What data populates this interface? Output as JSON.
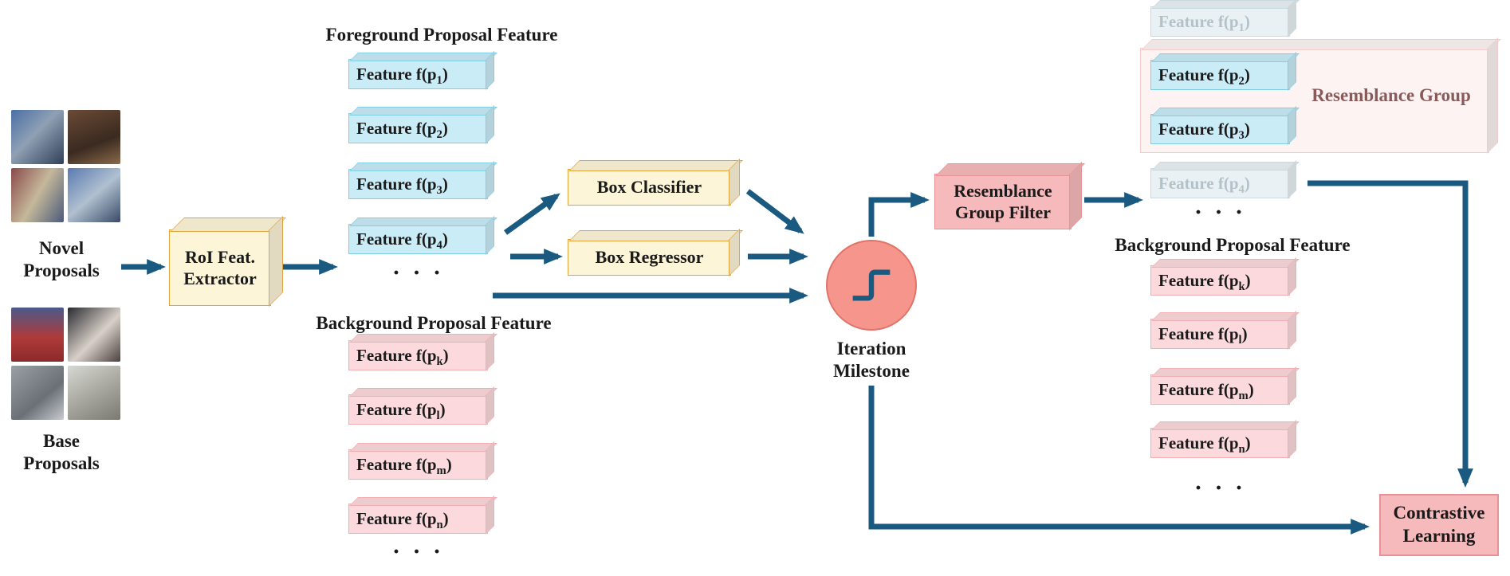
{
  "colors": {
    "arrow": "#1b5a80",
    "text": "#1a1a1a",
    "blue_face": "#c9ecf7",
    "blue_border": "#7fcfe6",
    "pink_face": "#fbd9dc",
    "pink_border": "#f2aeb2",
    "yellow_face": "#fdf5d8",
    "yellow_border": "#e2a43c",
    "faded_face": "#eaf1f4",
    "faded_border": "#c9d8de",
    "faded_text": "#b3c2c9",
    "slab_face": "#fdf3f3",
    "slab_border": "#f3cbcb",
    "group_label_text": "#8a5a5a",
    "filter_face": "#f7babc",
    "filter_border": "#e89296",
    "circle_fill": "#f5958c",
    "circle_border": "#e0746b",
    "contrastive_face": "#f7babc",
    "contrastive_border": "#e89296"
  },
  "proposals": {
    "novel_label": "Novel\nProposals",
    "base_label": "Base\nProposals"
  },
  "roi": {
    "label": "RoI Feat.\nExtractor"
  },
  "foreground": {
    "title": "Foreground Proposal Feature",
    "features": [
      "Feature f(p_1)",
      "Feature f(p_2)",
      "Feature f(p_3)",
      "Feature f(p_4)"
    ],
    "ellipsis": "· · ·"
  },
  "background": {
    "title": "Background Proposal Feature",
    "features": [
      "Feature f(p_k)",
      "Feature f(p_l)",
      "Feature f(p_m)",
      "Feature f(p_n)"
    ],
    "ellipsis": "· · ·"
  },
  "classifier": {
    "label": "Box Classifier"
  },
  "regressor": {
    "label": "Box Regressor"
  },
  "milestone": {
    "label": "Iteration\nMilestone"
  },
  "filter": {
    "label": "Resemblance\nGroup Filter"
  },
  "output": {
    "faded_top": "Feature f(p_1)",
    "group_label": "Resemblance Group",
    "group_features": [
      "Feature f(p_2)",
      "Feature f(p_3)"
    ],
    "faded_bottom": "Feature f(p_4)",
    "ellipsis": "· · ·",
    "background_title": "Background Proposal Feature",
    "background_features": [
      "Feature f(p_k)",
      "Feature f(p_l)",
      "Feature f(p_m)",
      "Feature f(p_n)"
    ],
    "background_ellipsis": "· · ·"
  },
  "contrastive": {
    "label": "Contrastive\nLearning"
  }
}
